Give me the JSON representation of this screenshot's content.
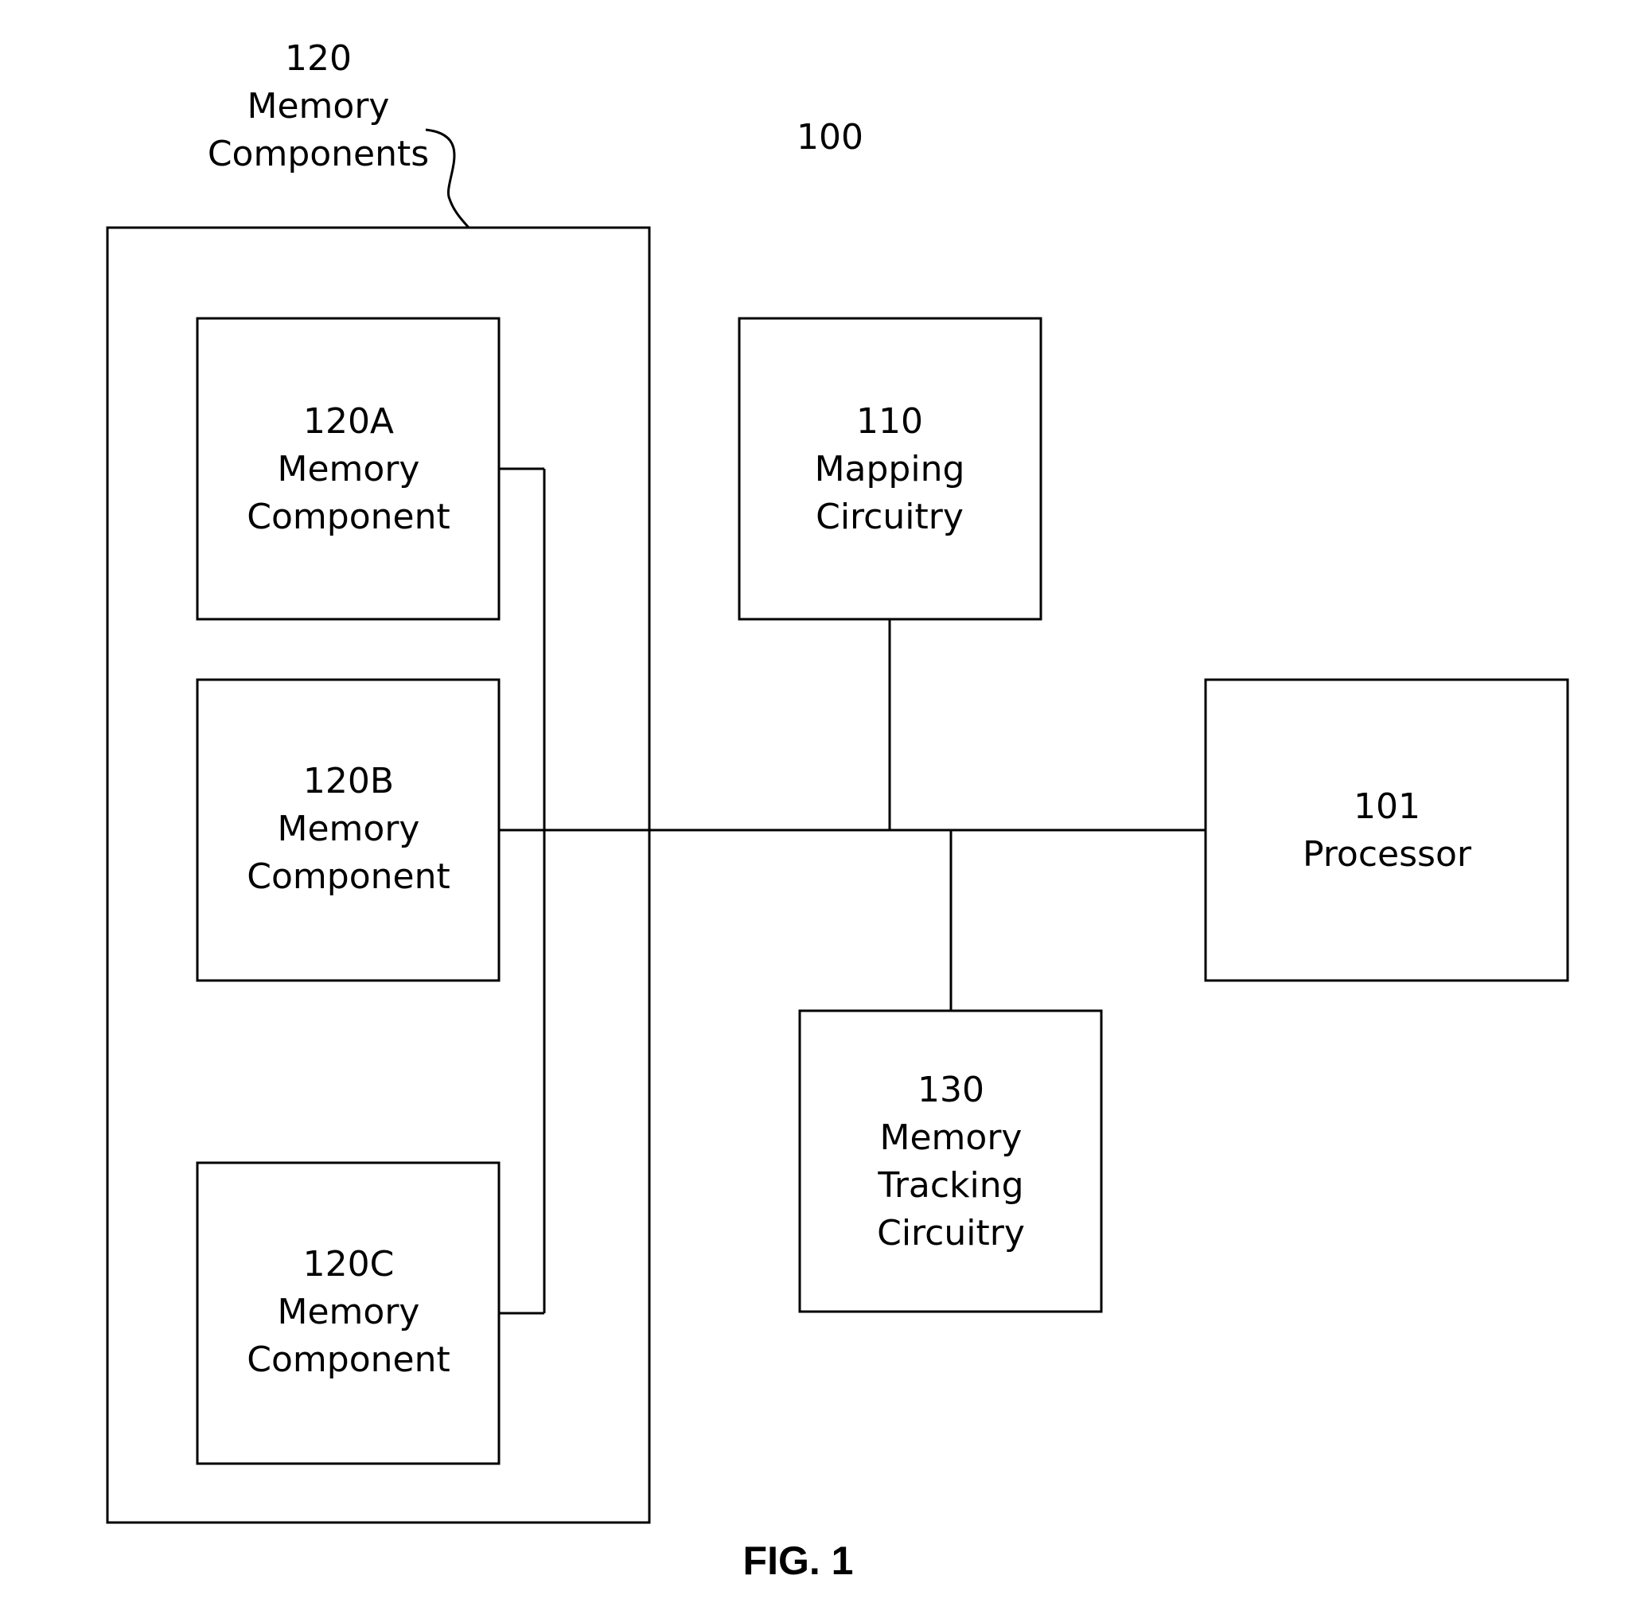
{
  "diagram": {
    "system_label": "100",
    "figure_caption": "FIG. 1",
    "memory_components_group": {
      "number": "120",
      "lines": [
        "Memory",
        "Components"
      ]
    },
    "blocks": {
      "comp_a": {
        "number": "120A",
        "lines": [
          "Memory",
          "Component"
        ]
      },
      "comp_b": {
        "number": "120B",
        "lines": [
          "Memory",
          "Component"
        ]
      },
      "comp_c": {
        "number": "120C",
        "lines": [
          "Memory",
          "Component"
        ]
      },
      "mapping": {
        "number": "110",
        "lines": [
          "Mapping",
          "Circuitry"
        ]
      },
      "tracking": {
        "number": "130",
        "lines": [
          "Memory",
          "Tracking",
          "Circuitry"
        ]
      },
      "processor": {
        "number": "101",
        "lines": [
          "Processor"
        ]
      }
    },
    "connections": [
      {
        "from": "120A Memory Component",
        "to": "bus"
      },
      {
        "from": "120B Memory Component",
        "to": "bus"
      },
      {
        "from": "120C Memory Component",
        "to": "bus"
      },
      {
        "from": "110 Mapping Circuitry",
        "to": "bus"
      },
      {
        "from": "130 Memory Tracking Circuitry",
        "to": "bus"
      },
      {
        "from": "101 Processor",
        "to": "bus"
      }
    ]
  }
}
